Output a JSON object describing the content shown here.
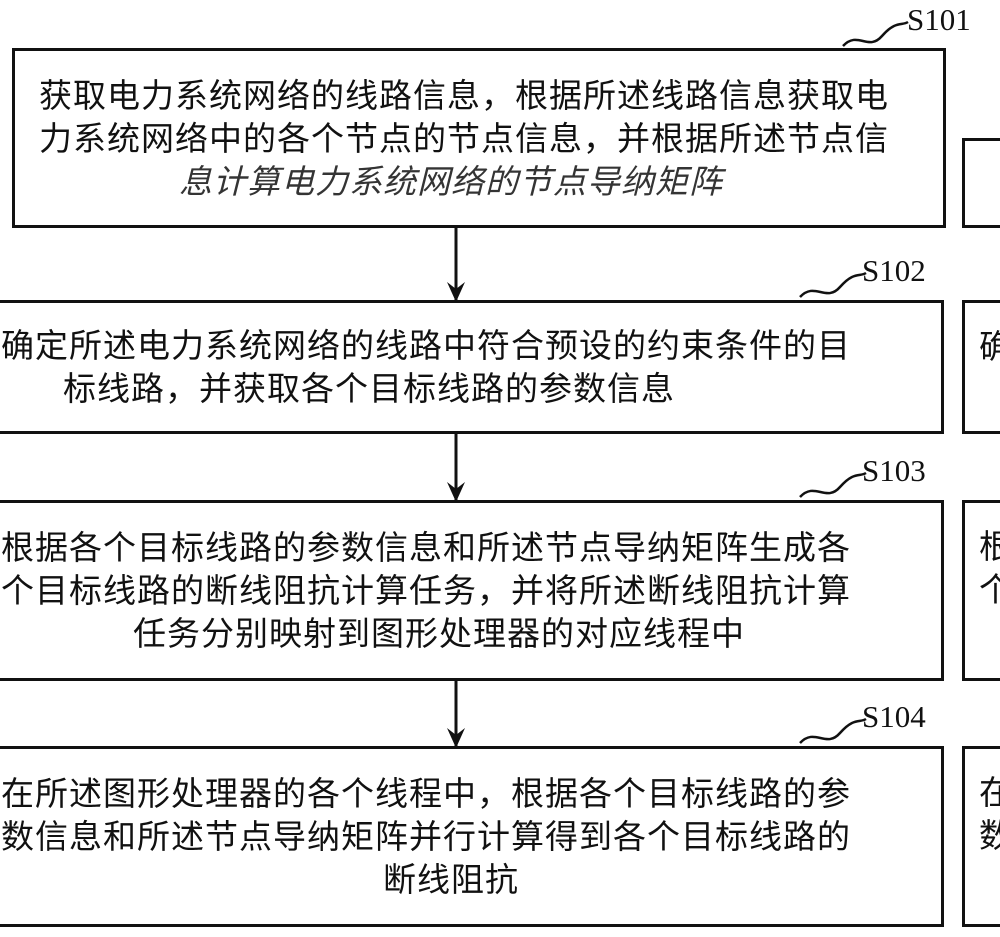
{
  "steps": [
    {
      "label": "S101",
      "lines": [
        "获取电力系统网络的线路信息，根据所述线路信息获取电",
        "力系统网络中的各个节点的节点信息，并根据所述节点信",
        "息计算电力系统网络的节点导纳矩阵"
      ]
    },
    {
      "label": "S102",
      "lines": [
        "确定所述电力系统网络的线路中符合预设的约束条件的目",
        "标线路，并获取各个目标线路的参数信息"
      ]
    },
    {
      "label": "S103",
      "lines": [
        "根据各个目标线路的参数信息和所述节点导纳矩阵生成各",
        "个目标线路的断线阻抗计算任务，并将所述断线阻抗计算",
        "任务分别映射到图形处理器的对应线程中"
      ]
    },
    {
      "label": "S104",
      "lines": [
        "在所述图形处理器的各个线程中，根据各个目标线路的参",
        "数信息和所述节点导纳矩阵并行计算得到各个目标线路的",
        "断线阻抗"
      ]
    }
  ],
  "right_partial": [
    {
      "lines": [
        ""
      ]
    },
    {
      "lines": [
        "确"
      ]
    },
    {
      "lines": [
        "根",
        "个"
      ]
    },
    {
      "lines": [
        "在",
        "数"
      ]
    }
  ]
}
